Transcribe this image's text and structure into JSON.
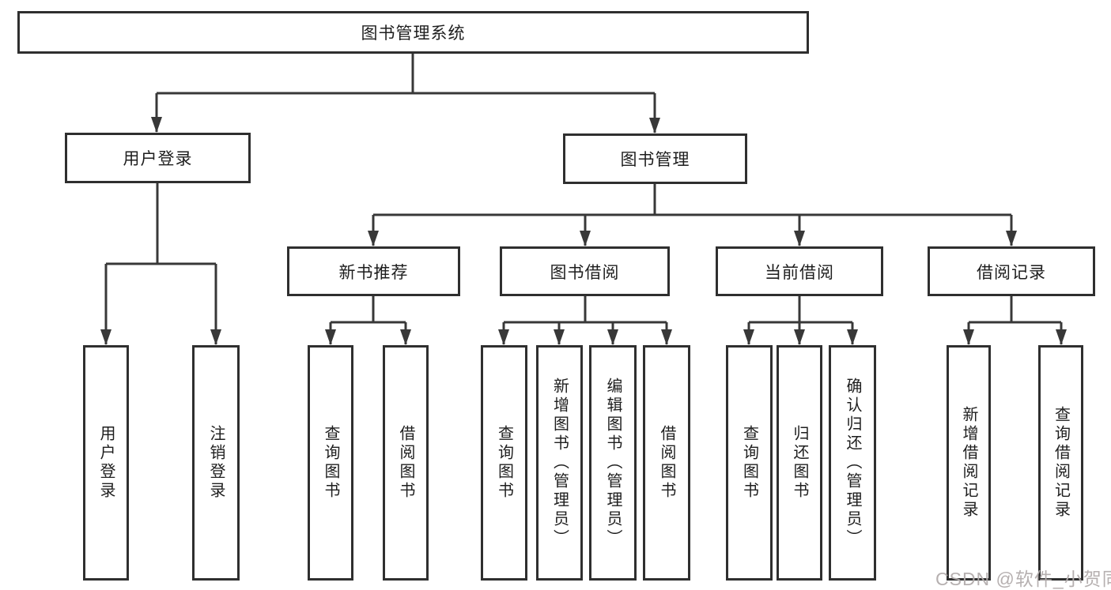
{
  "diagram_type": "hierarchy-org-chart",
  "colors": {
    "line": "#383838",
    "box_border": "#2f2f2f",
    "background": "#ffffff",
    "watermark": "#b2acac"
  },
  "tree": {
    "root": {
      "label": "图书管理系统",
      "children": [
        {
          "label": "用户登录",
          "children": [
            {
              "label": "用户登录"
            },
            {
              "label": "注销登录"
            }
          ]
        },
        {
          "label": "图书管理",
          "children": [
            {
              "label": "新书推荐",
              "children": [
                {
                  "label": "查询图书"
                },
                {
                  "label": "借阅图书"
                }
              ]
            },
            {
              "label": "图书借阅",
              "children": [
                {
                  "label": "查询图书"
                },
                {
                  "label": "新增图书（管理员）"
                },
                {
                  "label": "编辑图书（管理员）"
                },
                {
                  "label": "借阅图书"
                }
              ]
            },
            {
              "label": "当前借阅",
              "children": [
                {
                  "label": "查询图书"
                },
                {
                  "label": "归还图书"
                },
                {
                  "label": "确认归还（管理员）"
                }
              ]
            },
            {
              "label": "借阅记录",
              "children": [
                {
                  "label": "新增借阅记录"
                },
                {
                  "label": "查询借阅记录"
                }
              ]
            }
          ]
        }
      ]
    }
  },
  "watermark": {
    "text": "CSDN @软件_小贺同学"
  }
}
